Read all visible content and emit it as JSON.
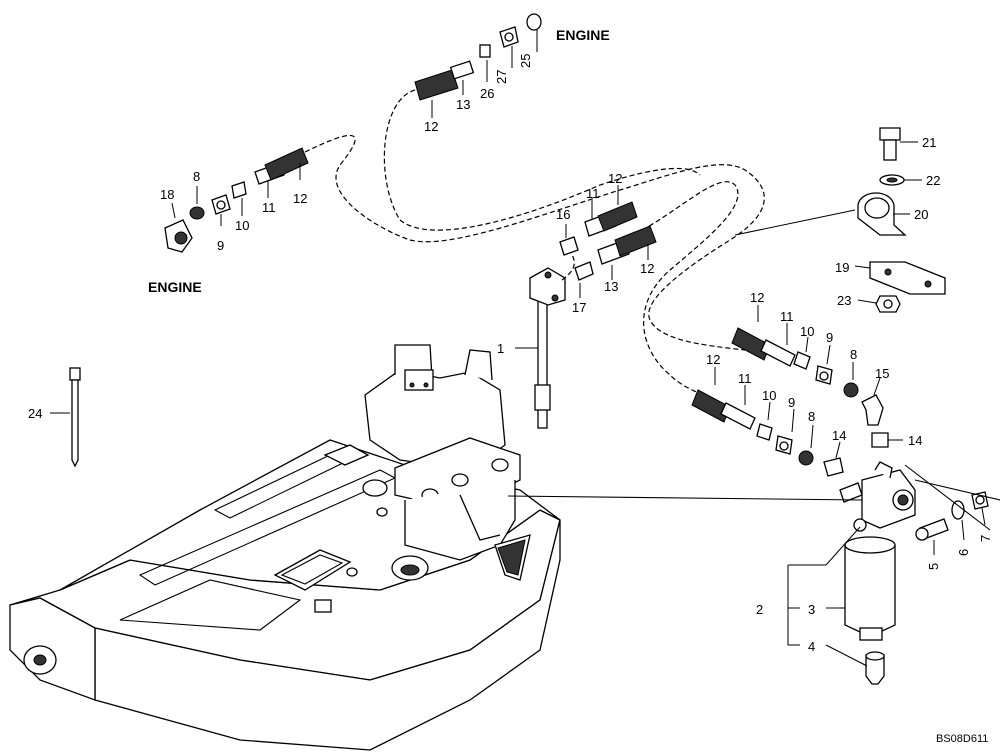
{
  "captions": {
    "engine_top": "ENGINE",
    "engine_left": "ENGINE",
    "drawing_code": "BS08D611"
  },
  "callouts": {
    "c1": "1",
    "c2": "2",
    "c3": "3",
    "c4": "4",
    "c5": "5",
    "c6": "6",
    "c7": "7",
    "c8a": "8",
    "c8b": "8",
    "c8c": "8",
    "c9a": "9",
    "c9b": "9",
    "c9c": "9",
    "c10a": "10",
    "c10b": "10",
    "c10c": "10",
    "c11a": "11",
    "c11b": "11",
    "c11c": "11",
    "c11d": "11",
    "c12a": "12",
    "c12b": "12",
    "c12c": "12",
    "c12d": "12",
    "c12e": "12",
    "c12f": "12",
    "c13a": "13",
    "c13b": "13",
    "c14a": "14",
    "c14b": "14",
    "c15": "15",
    "c16": "16",
    "c17": "17",
    "c18": "18",
    "c19": "19",
    "c20": "20",
    "c21": "21",
    "c22": "22",
    "c23": "23",
    "c24": "24",
    "c25": "25",
    "c26": "26",
    "c27": "27"
  }
}
